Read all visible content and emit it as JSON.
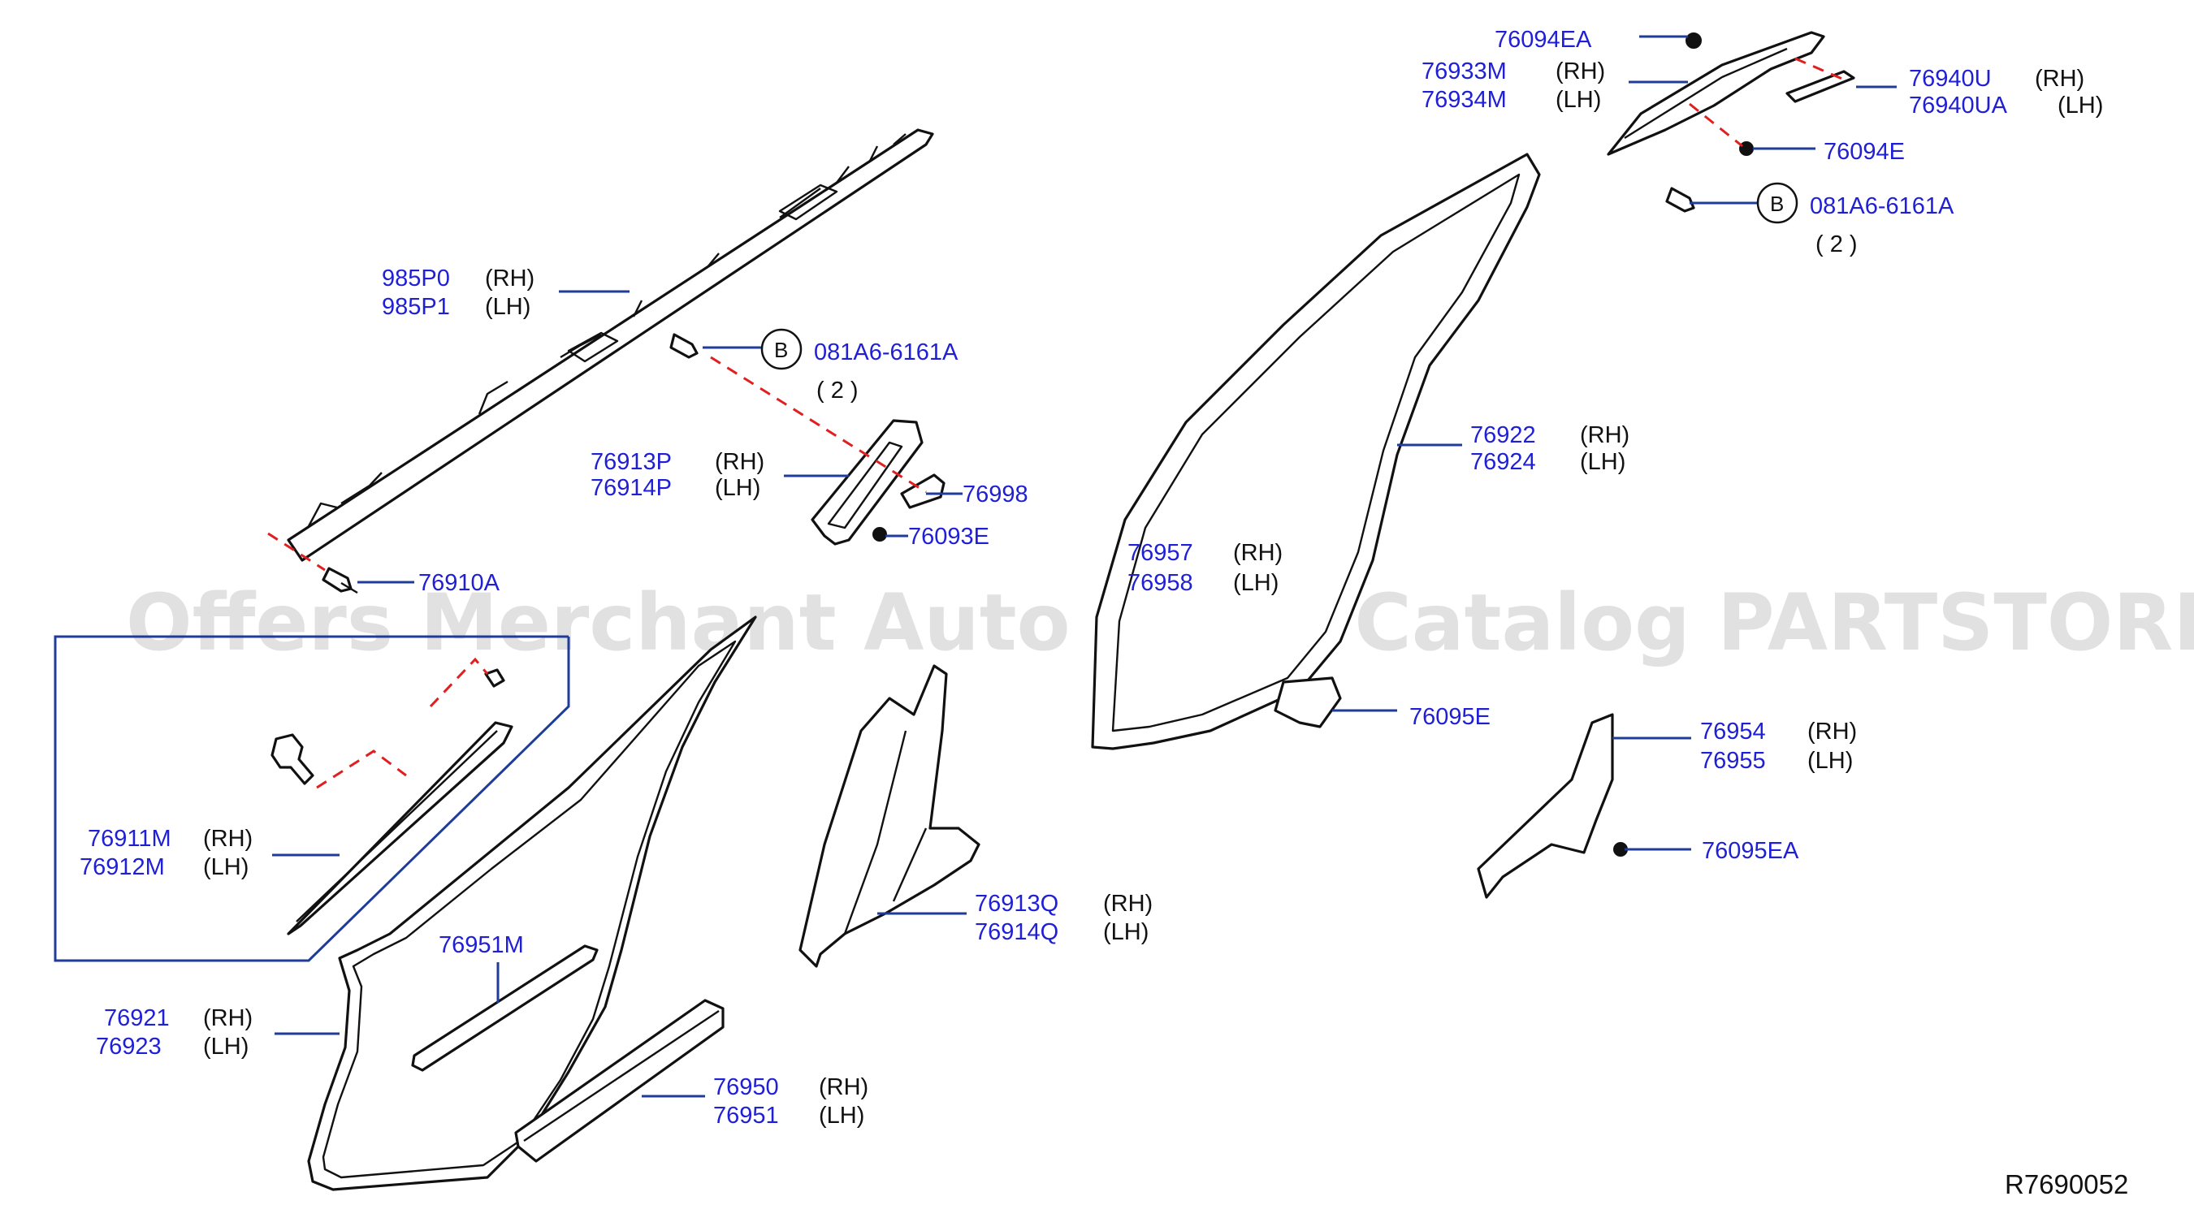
{
  "watermark": "Offers Merchant Auto Parts Catalog PARTSTORE.SA",
  "ref_code": "R7690052",
  "callouts": [
    {
      "id": "985p0",
      "part_rh": "985P0",
      "part_lh": "985P1",
      "side_rh": "(RH)",
      "side_lh": "(LH)"
    },
    {
      "id": "76910a",
      "part": "76910A"
    },
    {
      "id": "76913p",
      "part_rh": "76913P",
      "part_lh": "76914P",
      "side_rh": "(RH)",
      "side_lh": "(LH)"
    },
    {
      "id": "76998",
      "part": "76998"
    },
    {
      "id": "76093e",
      "part": "76093E"
    },
    {
      "id": "bolt-b-center",
      "part": "081A6-6161A",
      "badge": "B",
      "qty": "( 2 )"
    },
    {
      "id": "76911m",
      "part_rh": "76911M",
      "part_lh": "76912M",
      "side_rh": "(RH)",
      "side_lh": "(LH)"
    },
    {
      "id": "76951m",
      "part": "76951M"
    },
    {
      "id": "76921",
      "part_rh": "76921",
      "part_lh": "76923",
      "side_rh": "(RH)",
      "side_lh": "(LH)"
    },
    {
      "id": "76950",
      "part_rh": "76950",
      "part_lh": "76951",
      "side_rh": "(RH)",
      "side_lh": "(LH)"
    },
    {
      "id": "76913q",
      "part_rh": "76913Q",
      "part_lh": "76914Q",
      "side_rh": "(RH)",
      "side_lh": "(LH)"
    },
    {
      "id": "76957",
      "part_rh": "76957",
      "part_lh": "76958",
      "side_rh": "(RH)",
      "side_lh": "(LH)"
    },
    {
      "id": "76922",
      "part_rh": "76922",
      "part_lh": "76924",
      "side_rh": "(RH)",
      "side_lh": "(LH)"
    },
    {
      "id": "76095e",
      "part": "76095E"
    },
    {
      "id": "76954",
      "part_rh": "76954",
      "part_lh": "76955",
      "side_rh": "(RH)",
      "side_lh": "(LH)"
    },
    {
      "id": "76095ea",
      "part": "76095EA"
    },
    {
      "id": "76094ea",
      "part": "76094EA"
    },
    {
      "id": "76933m",
      "part_rh": "76933M",
      "part_lh": "76934M",
      "side_rh": "(RH)",
      "side_lh": "(LH)"
    },
    {
      "id": "76940u",
      "part_rh": "76940U",
      "part_lh": "76940UA",
      "side_rh": "(RH)",
      "side_lh": "(LH)"
    },
    {
      "id": "76094e",
      "part": "76094E"
    },
    {
      "id": "bolt-b-right",
      "part": "081A6-6161A",
      "badge": "B",
      "qty": "( 2 )"
    }
  ]
}
